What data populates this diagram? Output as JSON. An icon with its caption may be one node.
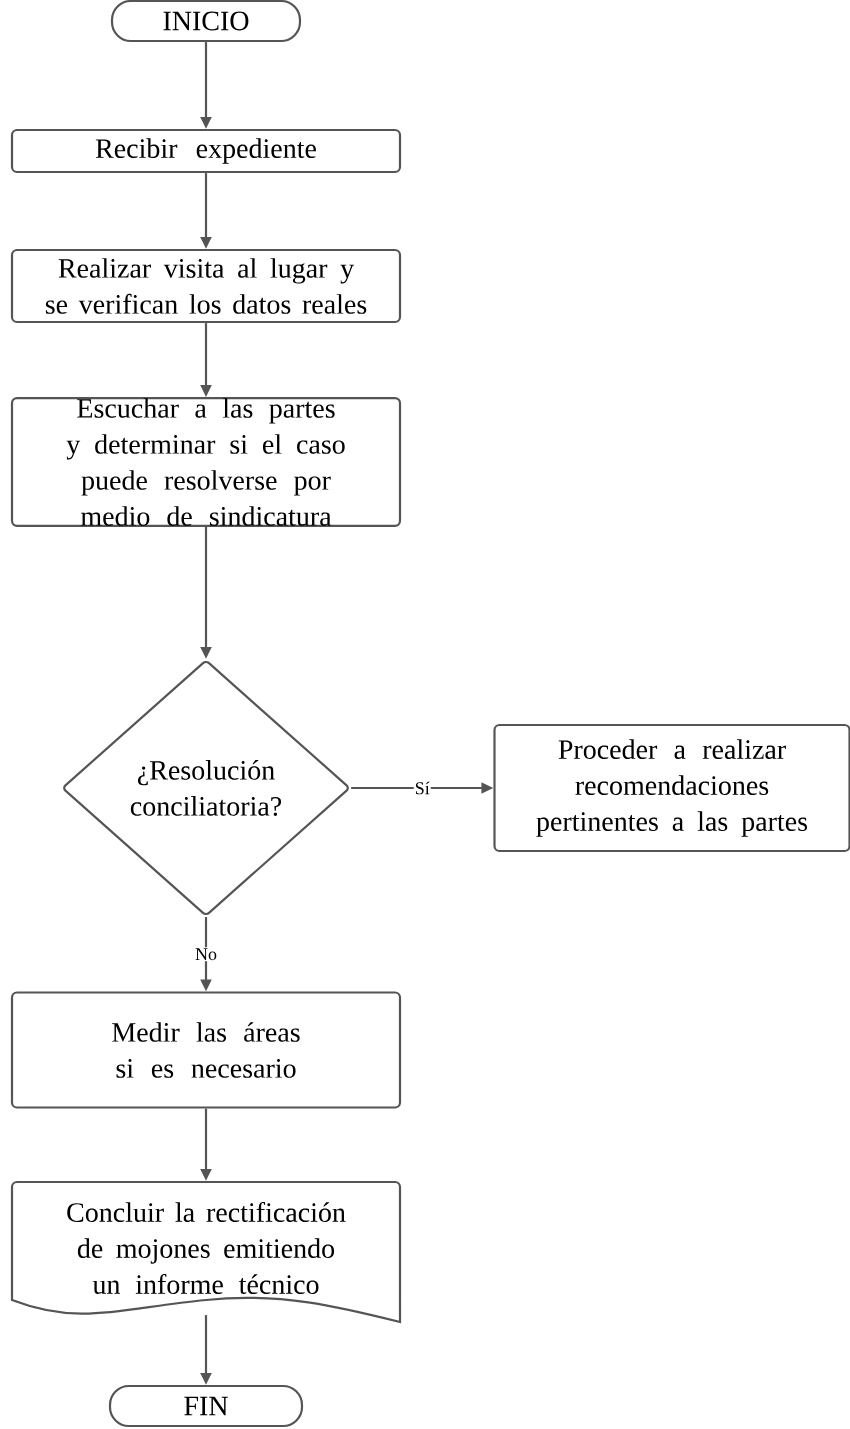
{
  "diagram": {
    "nodes": [
      {
        "text": [
          "INICIO"
        ]
      },
      {
        "text": [
          "Recibir expediente"
        ]
      },
      {
        "text": [
          "Realizar visita al lugar y se verifican los datos reales"
        ]
      },
      {
        "text": [
          "Escuchar a las partes y determinar si el caso puede resolverse por medio de sindicatura"
        ]
      },
      {
        "text": [
          "¿Resolución conciliatoria?"
        ]
      },
      {
        "text": [
          "Proceder a  realizar recomendaciones pertinentes a las partes"
        ]
      },
      {
        "text": [
          "Medir las áreas si es necesario"
        ]
      },
      {
        "text": [
          "Concluir la rectificación de mojones emitiendo un informe técnico"
        ]
      },
      {
        "text": [
          "FIN"
        ]
      }
    ],
    "edges": [
      {
        "from": 0,
        "to": 1,
        "arrow": "to"
      },
      {
        "from": 1,
        "to": 2,
        "arrow": "to"
      },
      {
        "from": 2,
        "to": 3,
        "arrow": "to"
      },
      {
        "from": 3,
        "to": 4,
        "arrow": "to"
      },
      {
        "from": 4,
        "to": 5,
        "arrow": "to",
        "label": "Sí"
      },
      {
        "from": 4,
        "to": 6,
        "arrow": "to",
        "label": "No"
      },
      {
        "from": 6,
        "to": 7,
        "arrow": "to"
      },
      {
        "from": 7,
        "to": 8,
        "arrow": "to"
      }
    ]
  }
}
